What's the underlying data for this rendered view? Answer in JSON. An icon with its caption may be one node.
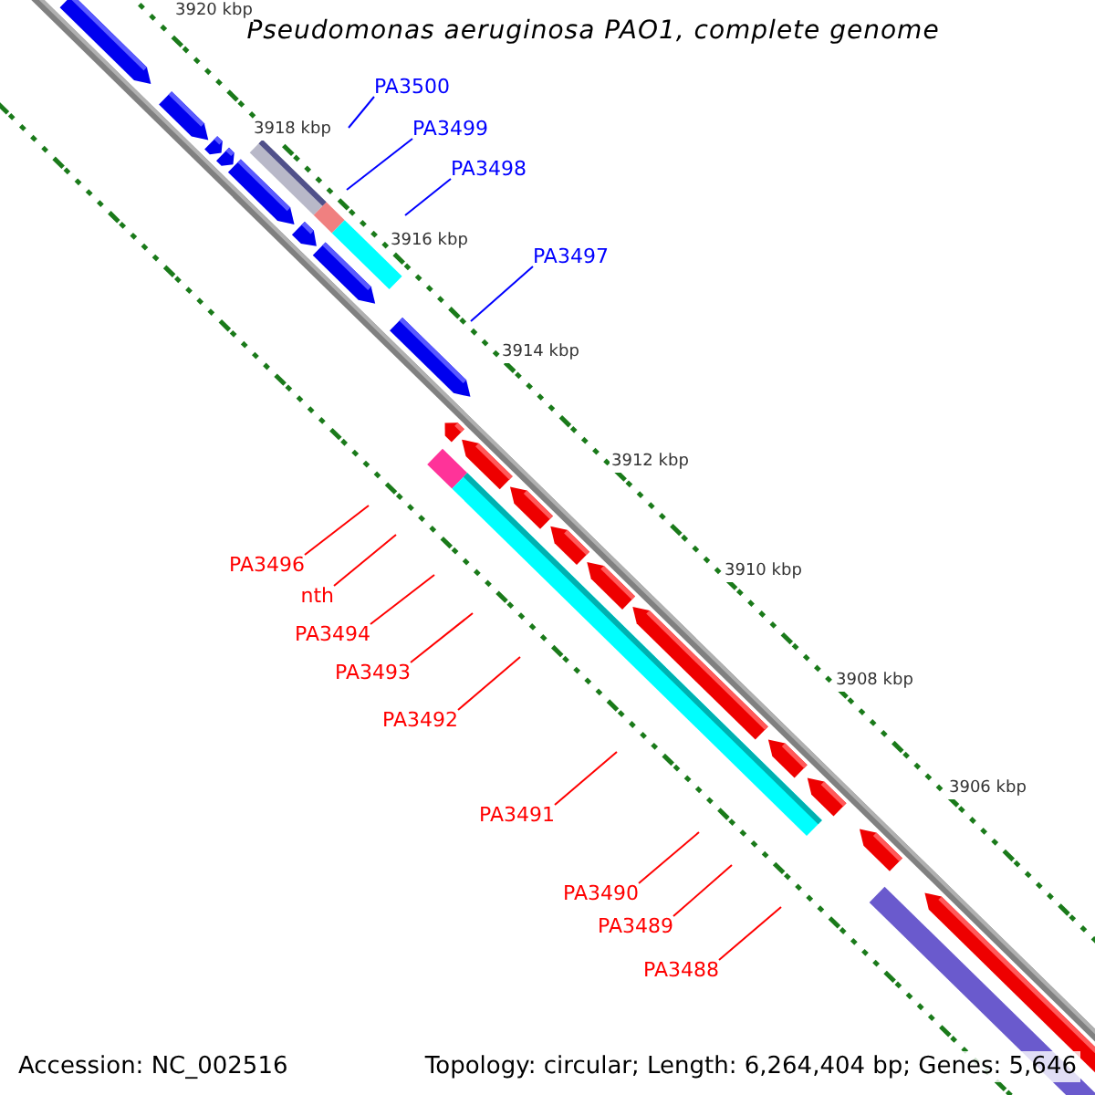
{
  "diagram": {
    "title": "Pseudomonas aeruginosa PAO1, complete genome",
    "nodes": [
      {
        "text": [
          "PA3500"
        ]
      },
      {
        "text": [
          "PA3499"
        ]
      },
      {
        "text": [
          "PA3498"
        ]
      },
      {
        "text": [
          "PA3497"
        ]
      },
      {
        "text": [
          "PA3496"
        ]
      },
      {
        "text": [
          "nth"
        ]
      },
      {
        "text": [
          "PA3494"
        ]
      },
      {
        "text": [
          "PA3493"
        ]
      },
      {
        "text": [
          "PA3492"
        ]
      },
      {
        "text": [
          "PA3491"
        ]
      },
      {
        "text": [
          "PA3490"
        ]
      },
      {
        "text": [
          "PA3489"
        ]
      },
      {
        "text": [
          "PA3488"
        ]
      }
    ],
    "edges": [
      {
        "from": 0,
        "to": null,
        "arrow": "none",
        "color": "#0000ff"
      },
      {
        "from": 1,
        "to": null,
        "arrow": "none",
        "color": "#0000ff"
      },
      {
        "from": 2,
        "to": null,
        "arrow": "none",
        "color": "#0000ff"
      },
      {
        "from": 3,
        "to": null,
        "arrow": "none",
        "color": "#0000ff"
      },
      {
        "from": 4,
        "to": null,
        "arrow": "none"
      },
      {
        "from": 5,
        "to": null,
        "arrow": "none"
      },
      {
        "from": 6,
        "to": null,
        "arrow": "none"
      },
      {
        "from": 7,
        "to": null,
        "arrow": "none"
      },
      {
        "from": 8,
        "to": null,
        "arrow": "none"
      },
      {
        "from": 9,
        "to": null,
        "arrow": "none"
      },
      {
        "from": 10,
        "to": null,
        "arrow": "none"
      },
      {
        "from": 11,
        "to": null,
        "arrow": "none"
      },
      {
        "from": 12,
        "to": null,
        "arrow": "none"
      }
    ],
    "labels": [
      "3920 kbp",
      "3918 kbp",
      "3916 kbp",
      "3914 kbp",
      "3912 kbp",
      "3910 kbp",
      "3908 kbp",
      "3906 kbp",
      "Accession: NC_002516",
      "Topology: circular; Length: 6,264,404 bp; Genes: 5,646"
    ]
  }
}
